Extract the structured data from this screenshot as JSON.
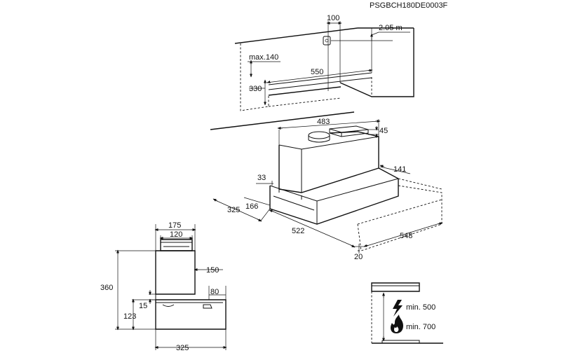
{
  "drawing_code": "PSGBCH180DE0003F",
  "wall_dims": {
    "d100": "100",
    "d205": "2.05 m",
    "max140": "max.140",
    "d550": "550",
    "d330": "330"
  },
  "hood_dims": {
    "d483": "483",
    "d45": "45",
    "d33": "33",
    "d141": "141",
    "d166": "166",
    "d325": "325",
    "d522": "522",
    "d548": "548",
    "d20": "20"
  },
  "side_dims": {
    "d175": "175",
    "d120": "120",
    "d150": "150",
    "d360": "360",
    "d80": "80",
    "d15": "15",
    "d123": "123",
    "d325": "325"
  },
  "clearance": {
    "electric": "min. 500",
    "gas": "min. 700",
    "electric_icon": "lightning-icon",
    "gas_icon": "flame-icon"
  }
}
